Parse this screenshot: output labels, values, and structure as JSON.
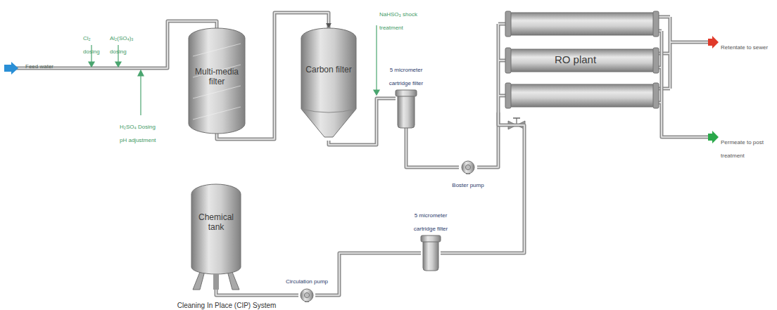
{
  "diagram": {
    "caption": "Cleaning In Place (CIP) System",
    "nodes": [
      {
        "text": [
          "Multi-media filter"
        ]
      },
      {
        "text": [
          "Carbon filter"
        ]
      },
      {
        "text": [
          "5 micrometer cartridge filter"
        ]
      },
      {
        "text": [
          "Boster pump"
        ]
      },
      {
        "text": [
          "RO plant"
        ]
      },
      {
        "text": [
          "Chemical tank"
        ]
      },
      {
        "text": [
          "Circulation pump"
        ]
      },
      {
        "text": [
          "5 micrometer cartridge filter"
        ]
      }
    ],
    "edges": [
      {
        "from": 0,
        "to": 1,
        "arrow": "to"
      },
      {
        "from": 1,
        "to": 2,
        "arrow": "none"
      },
      {
        "from": 2,
        "to": 3,
        "arrow": "none"
      },
      {
        "from": 3,
        "to": 4,
        "arrow": "none"
      },
      {
        "from": 5,
        "to": 6,
        "arrow": "none"
      },
      {
        "from": 6,
        "to": 7,
        "arrow": "none"
      },
      {
        "from": 7,
        "to": 4,
        "arrow": "none"
      }
    ],
    "labels": [
      "Feed water",
      "Cl₂ dosing",
      "Al₂(SO₄)₃ dosing",
      "H₂SO₄ Dosing pH adjustment",
      "NaHSO₃ shock treatment",
      "Retentate to sewer",
      "Permeate to post treatment"
    ]
  }
}
